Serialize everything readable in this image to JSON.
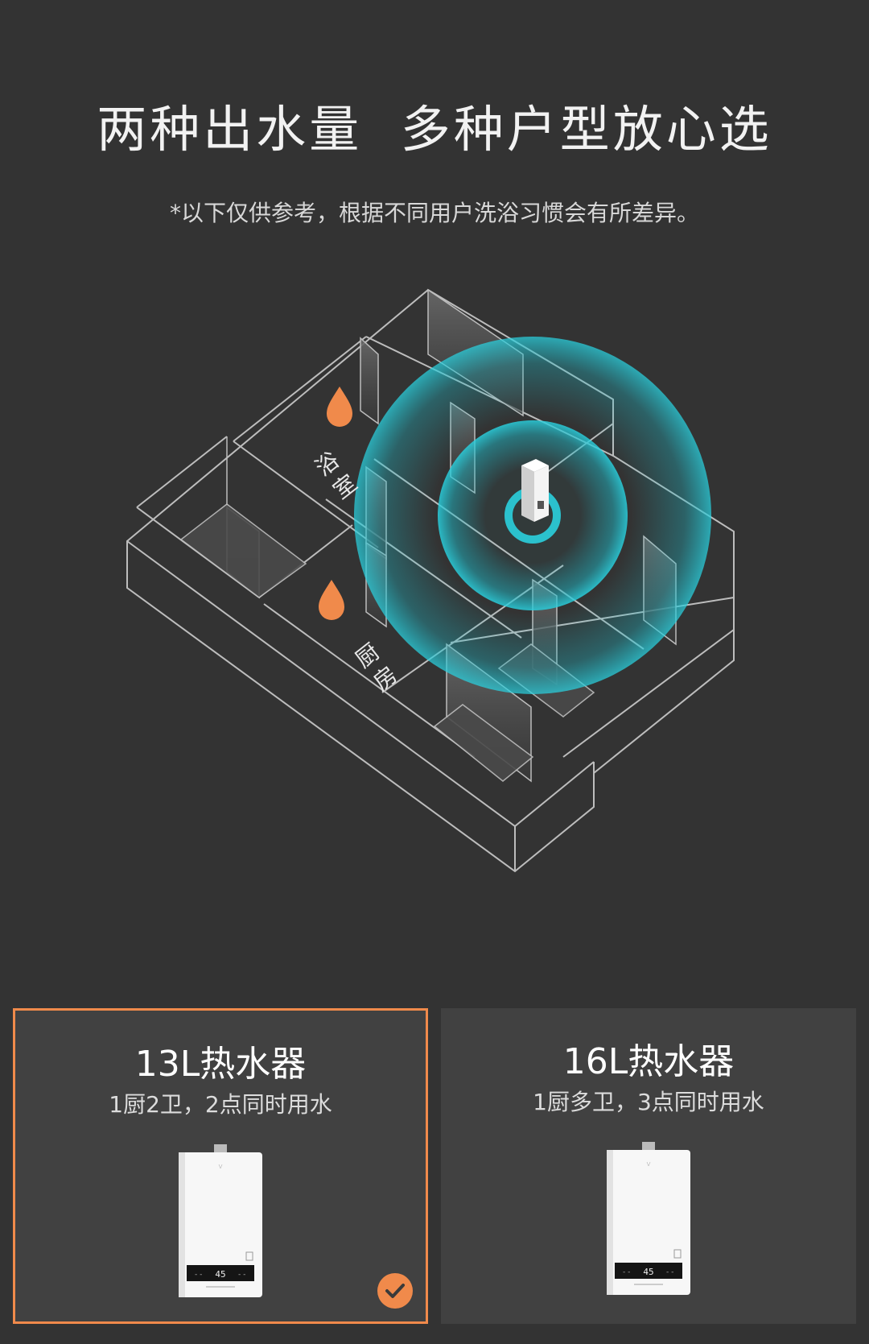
{
  "header": {
    "title": "两种出水量  多种户型放心选",
    "subtitle": "*以下仅供参考，根据不同用户洗浴习惯会有所差异。"
  },
  "illustration": {
    "bathroom_label": "浴室",
    "kitchen_label": "厨房",
    "display_reading": "45"
  },
  "options": [
    {
      "title": "13L热水器",
      "subtitle": "1厨2卫，2点同时用水",
      "selected": true
    },
    {
      "title": "16L热水器",
      "subtitle": "1厨多卫，3点同时用水",
      "selected": false
    }
  ],
  "colors": {
    "background": "#333333",
    "card": "#414141",
    "accent": "#f08a4b",
    "signal": "#1fb8c6"
  }
}
